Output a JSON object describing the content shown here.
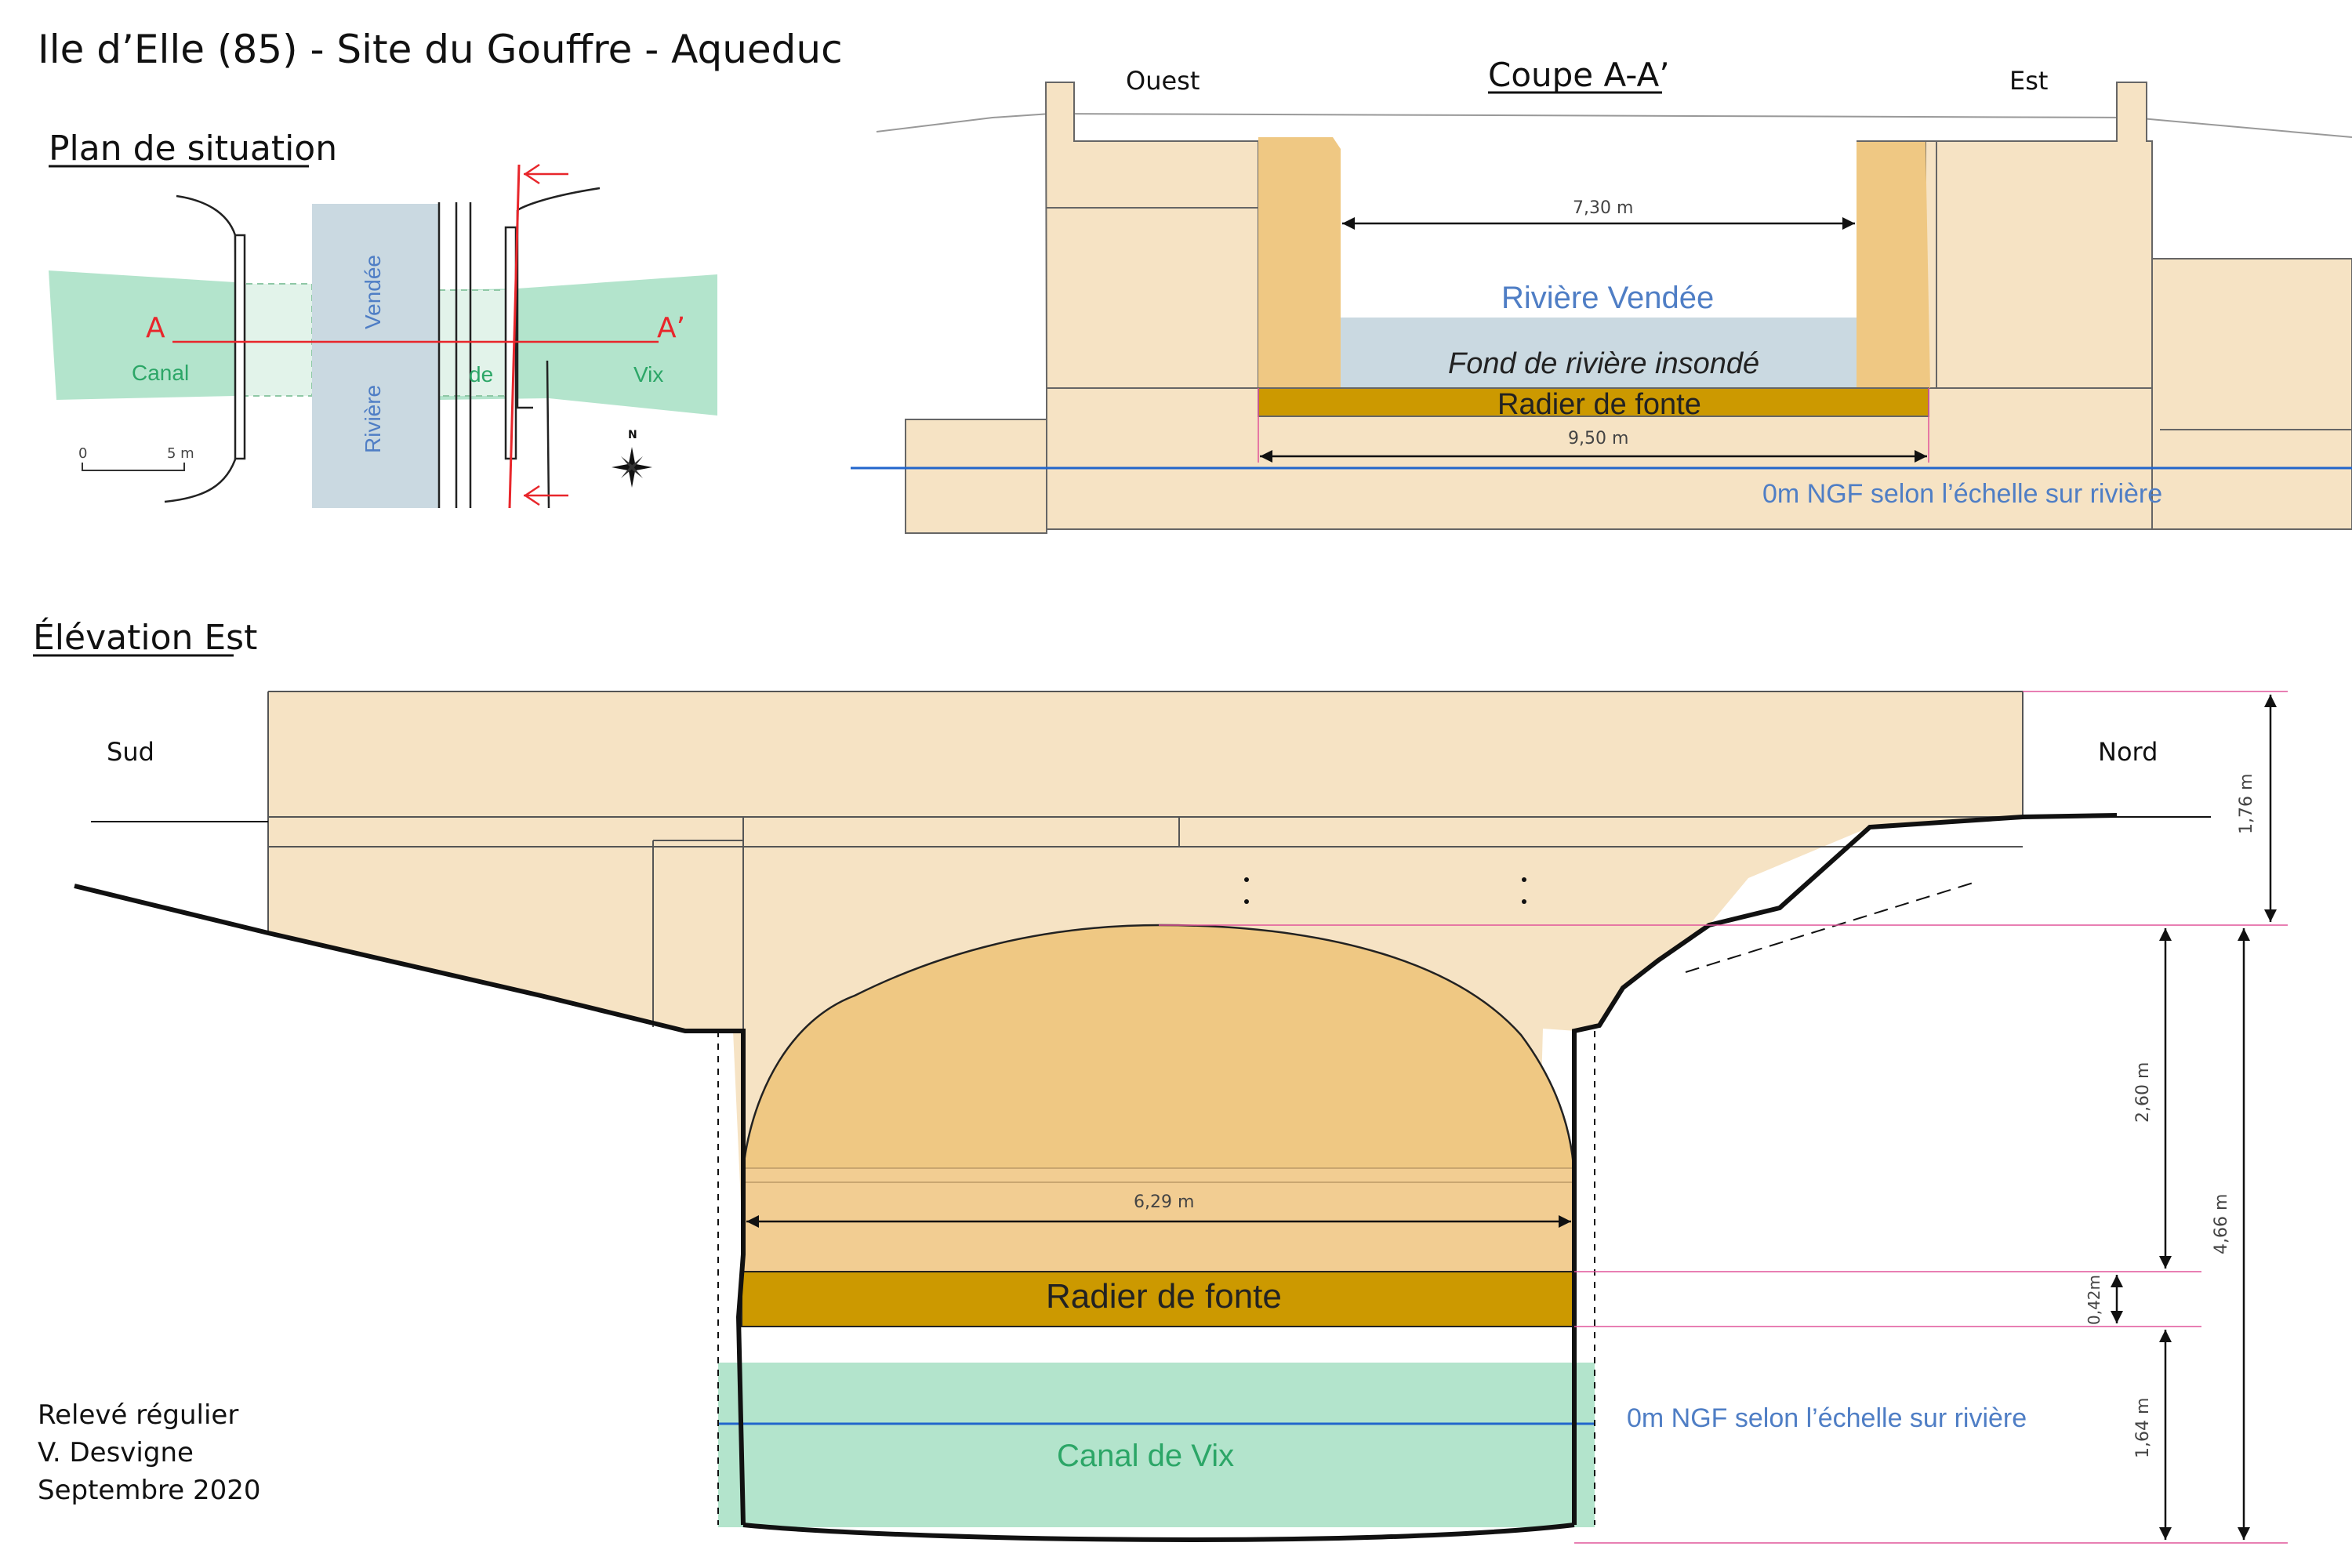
{
  "title": "Ile d’Elle (85) - Site du Gouffre - Aqueduc",
  "plan": {
    "heading": "Plan de situation",
    "label_a": "A",
    "label_a_prime": "A’",
    "canal_label": "Canal",
    "de_label": "de",
    "vix_label": "Vix",
    "vendee_label": "Vendée",
    "riviere_label": "Rivière",
    "scale_zero": "0",
    "scale_five": "5 m",
    "north_label": "N"
  },
  "section": {
    "heading": "Coupe A-A’",
    "ouest": "Ouest",
    "est": "Est",
    "width_top": "7,30 m",
    "river_label": "Rivière Vendée",
    "riverbed_label": "Fond de rivière insondé",
    "radier_label": "Radier de fonte",
    "width_bottom": "9,50 m",
    "ngf_label": "0m NGF selon l’échelle sur rivière"
  },
  "elevation": {
    "heading": "Élévation Est",
    "sud": "Sud",
    "nord": "Nord",
    "span_width": "6,29 m",
    "radier_label": "Radier de fonte",
    "canal_label": "Canal de Vix",
    "ngf_label": "0m NGF selon l’échelle sur rivière",
    "dim_top": "1,76 m",
    "dim_arch": "2,60 m",
    "dim_total": "4,66 m",
    "dim_radier": "0,42m",
    "dim_canal": "1,64 m"
  },
  "credits": {
    "line1": "Relevé régulier",
    "line2": "V. Desvigne",
    "line3": "Septembre 2020"
  },
  "colors": {
    "stone": "#f6e3c4",
    "arch": "#efc883",
    "radier": "#cc9900",
    "river": "#cad9e1",
    "canal": "#b3e4cc",
    "ngf_line": "#2266cc",
    "river_text": "#4f7ec5",
    "canal_text": "#2ca667",
    "red": "#e8262b",
    "dim_pink": "#e0559a"
  }
}
